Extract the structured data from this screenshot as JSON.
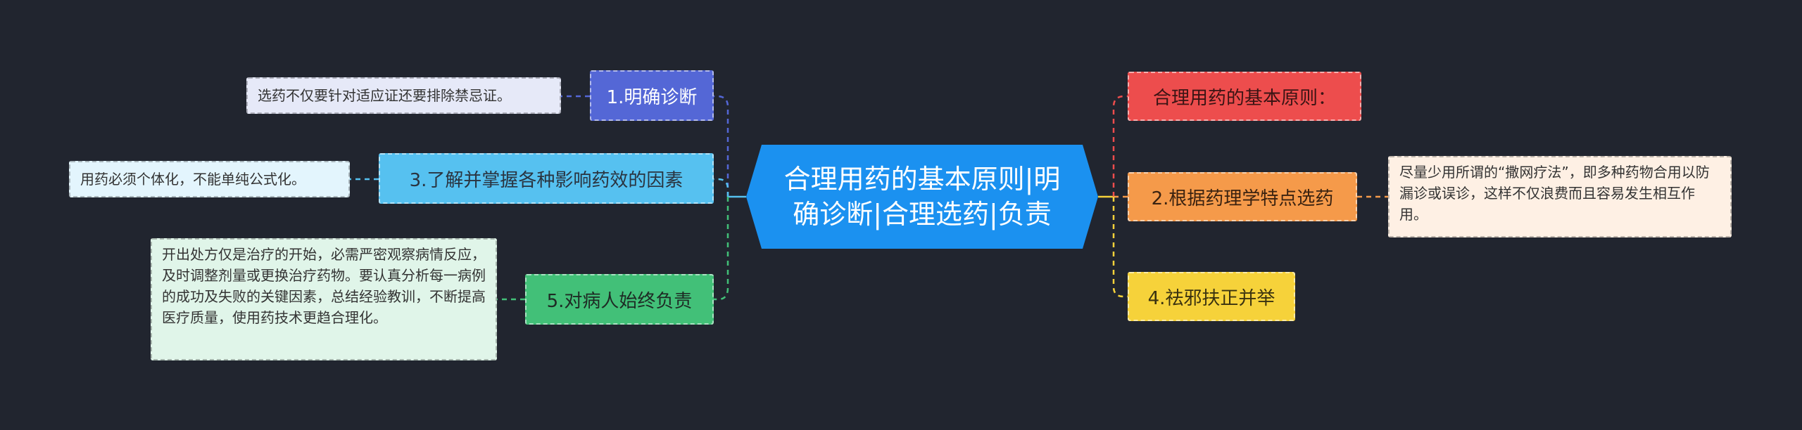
{
  "colors": {
    "background": "#21252f",
    "center": "#1b91f0",
    "branch1": "#5467d6",
    "branch3": "#56c1f0",
    "branch5": "#42c078",
    "right_principles": "#ed4d4d",
    "right_2": "#f59a4a",
    "right_4": "#f6d23a",
    "leaf_blue": "#e6e9f8",
    "leaf_cyan": "#e3f5fd",
    "leaf_green": "#e0f5e9",
    "leaf_orange": "#fef0e4"
  },
  "center": {
    "title": "合理用药的基本原则|明确诊断|合理选药|负责"
  },
  "left_branches": [
    {
      "label": "1.明确诊断",
      "detail": "选药不仅要针对适应证还要排除禁忌证。"
    },
    {
      "label": "3.了解并掌握各种影响药效的因素",
      "detail": "用药必须个体化，不能单纯公式化。"
    },
    {
      "label": "5.对病人始终负责",
      "detail": "开出处方仅是治疗的开始，必需严密观察病情反应，及时调整剂量或更换治疗药物。要认真分析每一病例的成功及失败的关键因素，总结经验教训，不断提高医疗质量，使用药技术更趋合理化。"
    }
  ],
  "right_branches": [
    {
      "label": "合理用药的基本原则："
    },
    {
      "label": "2.根据药理学特点选药",
      "detail": "尽量少用所谓的“撒网疗法”，即多种药物合用以防漏诊或误诊，这样不仅浪费而且容易发生相互作用。"
    },
    {
      "label": "4.祛邪扶正并举"
    }
  ]
}
